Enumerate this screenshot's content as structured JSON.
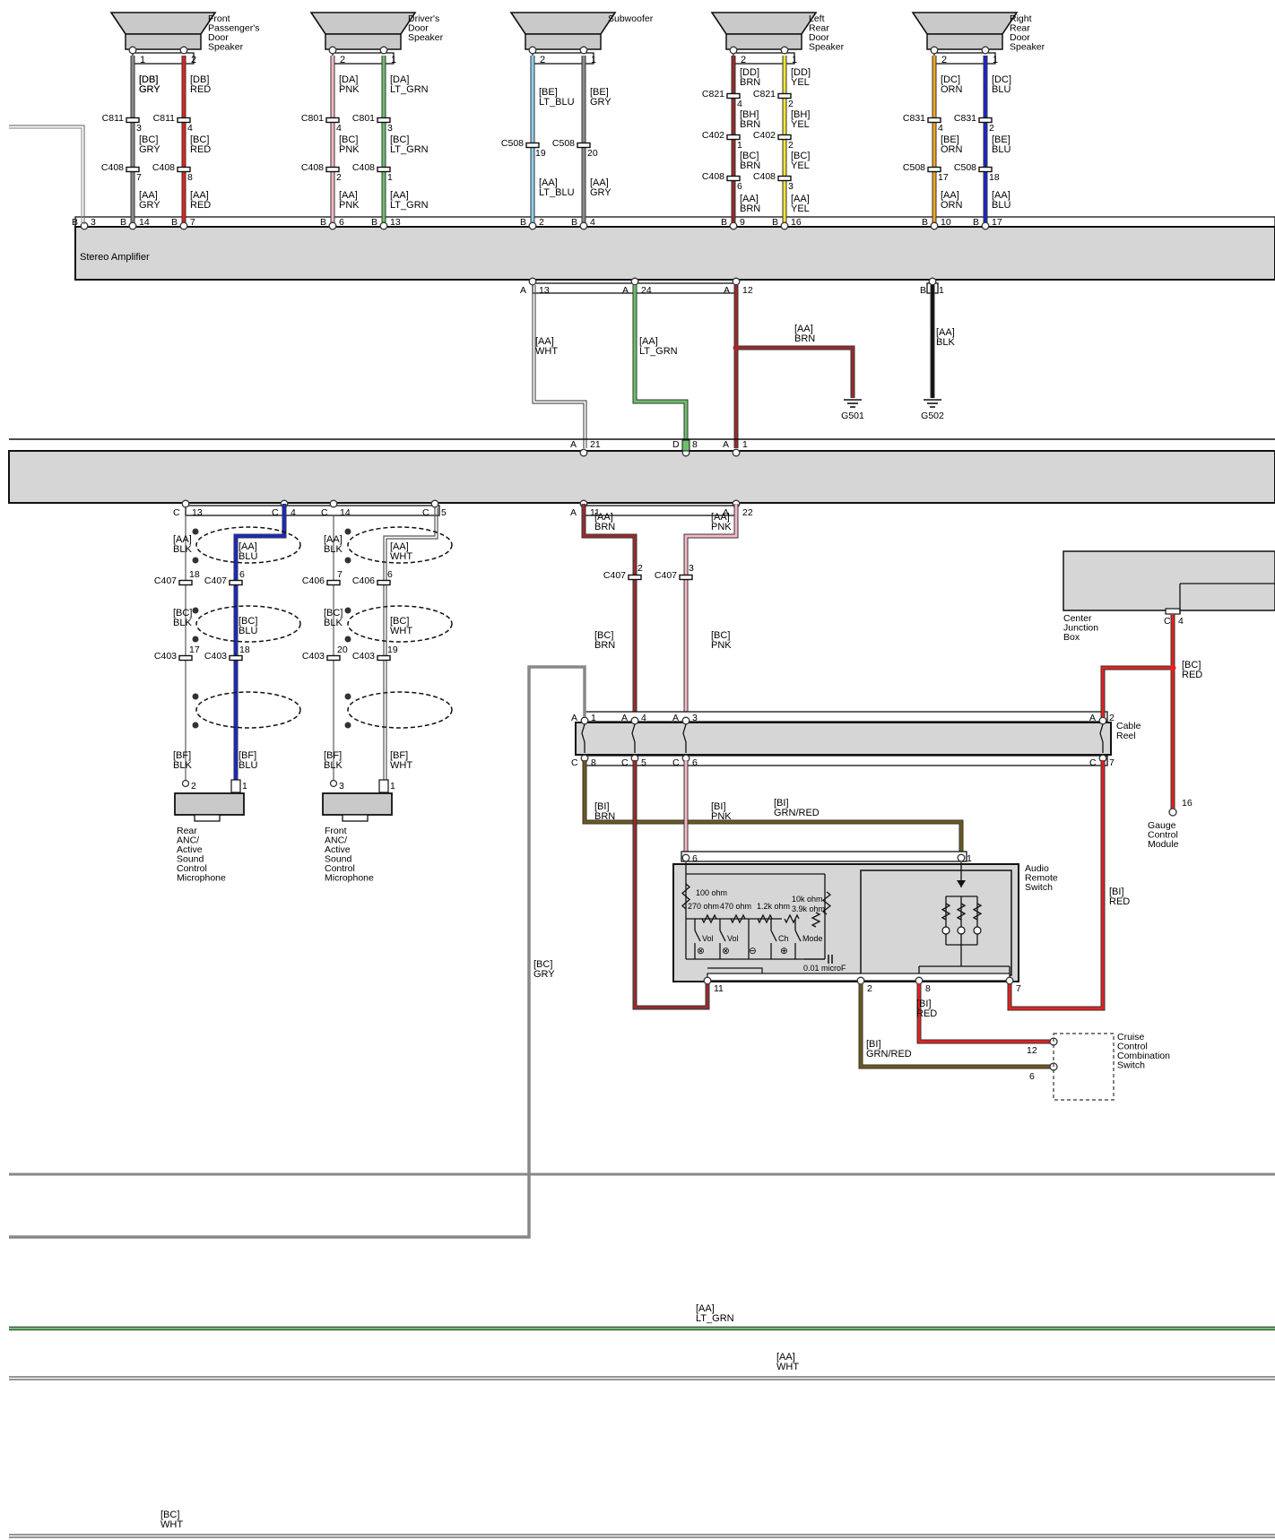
{
  "colors": {
    "GRY": "#8c8c8c",
    "RED": "#e52222",
    "PNK": "#f6b8c4",
    "LT_GRN": "#6cc06c",
    "LT_BLU": "#8fd0ee",
    "BRN": "#9c2b2b",
    "YEL": "#f2e62e",
    "ORN": "#f5a623",
    "BLU": "#1828d0",
    "WHT": "#d0d0d0",
    "BLK": "#111111",
    "GRNRED": "#6e5a1c",
    "module_fill": "#d6d6d6"
  },
  "components": {
    "speakers": [
      {
        "name": "Front Passenger's Door Speaker",
        "label_lines": [
          "Front",
          "Passenger's",
          "Door",
          "Speaker"
        ],
        "pins": [
          "1",
          "2"
        ]
      },
      {
        "name": "Driver's Door Speaker",
        "label_lines": [
          "Driver's",
          "Door",
          "Speaker"
        ],
        "pins": [
          "2",
          "1"
        ]
      },
      {
        "name": "Subwoofer",
        "label_lines": [
          "Subwoofer"
        ],
        "pins": [
          "2",
          "1"
        ]
      },
      {
        "name": "Left Rear Door Speaker",
        "label_lines": [
          "Left",
          "Rear",
          "Door",
          "Speaker"
        ],
        "pins": [
          "2",
          "1"
        ]
      },
      {
        "name": "Right Rear Door Speaker",
        "label_lines": [
          "Right",
          "Rear",
          "Door",
          "Speaker"
        ],
        "pins": [
          "2",
          "1"
        ]
      }
    ],
    "stereo_amplifier": "Stereo Amplifier",
    "cable_reel": [
      "Cable",
      "Reel"
    ],
    "center_junction_box": [
      "Center",
      "Junction",
      "Box"
    ],
    "gauge_control_module": [
      "Gauge",
      "Control",
      "Module"
    ],
    "audio_remote_switch": [
      "Audio",
      "Remote",
      "Switch"
    ],
    "cruise_control": [
      "Cruise",
      "Control",
      "Combination",
      "Switch"
    ],
    "rear_mic": [
      "Rear",
      "ANC/",
      "Active",
      "Sound",
      "Control",
      "Microphone"
    ],
    "front_mic": [
      "Front",
      "ANC/",
      "Active",
      "Sound",
      "Control",
      "Microphone"
    ],
    "grounds": [
      "G501",
      "G502"
    ]
  },
  "switch_internals": {
    "resistors": [
      "100 ohm",
      "270 ohm",
      "470 ohm",
      "1.2k ohm",
      "10k ohm",
      "3.9k ohm"
    ],
    "buttons": [
      "Vol",
      "Vol",
      "Ch",
      "Mode"
    ],
    "capacitor": "0.01 microF"
  },
  "amp_top_pins": [
    {
      "conn": "B",
      "pin": "3"
    },
    {
      "conn": "B",
      "pin": "14"
    },
    {
      "conn": "B",
      "pin": "7"
    },
    {
      "conn": "B",
      "pin": "6"
    },
    {
      "conn": "B",
      "pin": "13"
    },
    {
      "conn": "B",
      "pin": "2"
    },
    {
      "conn": "B",
      "pin": "4"
    },
    {
      "conn": "B",
      "pin": "9"
    },
    {
      "conn": "B",
      "pin": "16"
    },
    {
      "conn": "B",
      "pin": "10"
    },
    {
      "conn": "B",
      "pin": "17"
    }
  ],
  "amp_bottom_pins": [
    {
      "conn": "A",
      "pin": "13"
    },
    {
      "conn": "A",
      "pin": "24"
    },
    {
      "conn": "A",
      "pin": "12"
    },
    {
      "conn": "B",
      "pin": "1"
    }
  ],
  "wire_labels": {
    "fp_gry": [
      "[DB]",
      "GRY",
      "[BC]",
      "GRY",
      "[AA]",
      "GRY"
    ],
    "fp_red": [
      "[DB]",
      "RED",
      "[BC]",
      "RED",
      "[AA]",
      "RED"
    ],
    "dr_pnk": [
      "[DA]",
      "PNK",
      "[BC]",
      "PNK",
      "[AA]",
      "PNK"
    ],
    "dr_grn": [
      "[DA]",
      "LT_GRN",
      "[BC]",
      "LT_GRN",
      "[AA]",
      "LT_GRN"
    ],
    "sw_blu": [
      "[BE]",
      "LT_BLU",
      "[AA]",
      "LT_BLU"
    ],
    "sw_gry": [
      "[BE]",
      "GRY",
      "[AA]",
      "GRY"
    ],
    "lr_brn": [
      "[DD]",
      "BRN",
      "[BH]",
      "BRN",
      "[BC]",
      "BRN",
      "[AA]",
      "BRN"
    ],
    "lr_yel": [
      "[DD]",
      "YEL",
      "[BH]",
      "YEL",
      "[BC]",
      "YEL",
      "[AA]",
      "YEL"
    ],
    "rr_orn": [
      "[DC]",
      "ORN",
      "[BE]",
      "ORN",
      "[AA]",
      "ORN"
    ],
    "rr_blu": [
      "[DC]",
      "BLU",
      "[BE]",
      "BLU",
      "[AA]",
      "BLU"
    ],
    "amp_wht": [
      "[AA]",
      "WHT"
    ],
    "amp_grn": [
      "[AA]",
      "LT_GRN"
    ],
    "amp_brn": [
      "[AA]",
      "BRN"
    ],
    "amp_blk": [
      "[AA]",
      "BLK"
    ],
    "mic_r_blk": [
      "[AA]",
      "BLK",
      "[BC]",
      "BLK",
      "[BF]",
      "BLK"
    ],
    "mic_r_blu": [
      "[AA]",
      "BLU",
      "[BC]",
      "BLU",
      "[BF]",
      "BLU"
    ],
    "mic_f_blk": [
      "[AA]",
      "BLK",
      "[BC]",
      "BLK",
      "[BF]",
      "BLK"
    ],
    "mic_f_wht": [
      "[AA]",
      "WHT",
      "[BC]",
      "WHT",
      "[BF]",
      "WHT"
    ],
    "cr_brn": [
      "[AA]",
      "BRN",
      "[BC]",
      "BRN",
      "[BI]",
      "BRN"
    ],
    "cr_pnk": [
      "[AA]",
      "PNK",
      "[BC]",
      "PNK",
      "[BI]",
      "PNK"
    ],
    "grnred_top": [
      "[BI]",
      "GRN/RED"
    ],
    "grnred_bot": [
      "[BI]",
      "GRN/RED"
    ],
    "bc_gry": [
      "[BC]",
      "GRY"
    ],
    "bc_red": [
      "[BC]",
      "RED"
    ],
    "bi_red_right": [
      "[BI]",
      "RED"
    ],
    "bi_red_low": [
      "[BI]",
      "RED"
    ],
    "bus_ltgrn": [
      "[AA]",
      "LT_GRN"
    ],
    "bus_wht": [
      "[AA]",
      "WHT"
    ],
    "bus_bc_wht": [
      "[BC]",
      "WHT"
    ]
  },
  "connectors": {
    "c811": "C811",
    "c801": "C801",
    "c408": "C408",
    "c508": "C508",
    "c821": "C821",
    "c402": "C402",
    "c831": "C831",
    "c407": "C407",
    "c406": "C406",
    "c403": "C403"
  }
}
